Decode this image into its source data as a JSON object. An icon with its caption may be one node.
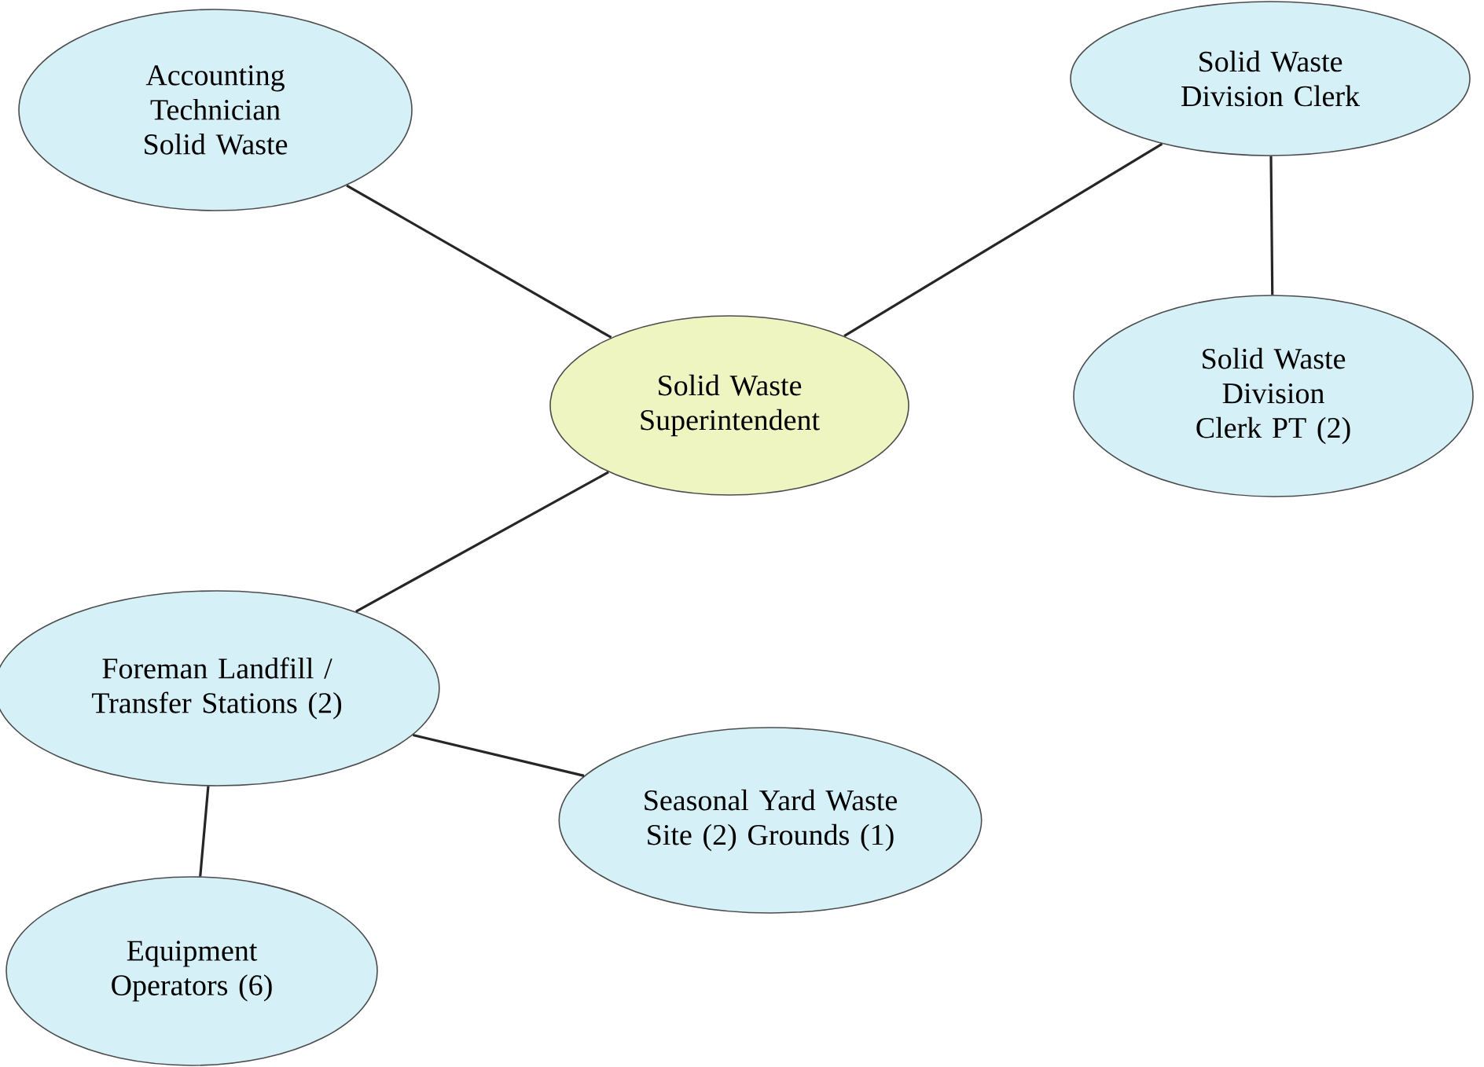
{
  "diagram": {
    "nodes": [
      {
        "text": [
          "Accounting Technician Solid Waste"
        ]
      },
      {
        "text": [
          "Solid Waste Division Clerk"
        ]
      },
      {
        "text": [
          "Solid Waste Superintendent"
        ]
      },
      {
        "text": [
          "Solid Waste Division Clerk PT (2)"
        ]
      },
      {
        "text": [
          "Foreman Landfill / Transfer Stations (2)"
        ]
      },
      {
        "text": [
          "Seasonal Yard Waste Site (2) Grounds (1)"
        ]
      },
      {
        "text": [
          "Equipment Operators (6)"
        ]
      }
    ],
    "edges": [
      {
        "from": 2,
        "to": 0,
        "arrow": "none"
      },
      {
        "from": 2,
        "to": 1,
        "arrow": "none"
      },
      {
        "from": 1,
        "to": 3,
        "arrow": "none"
      },
      {
        "from": 2,
        "to": 4,
        "arrow": "none"
      },
      {
        "from": 4,
        "to": 5,
        "arrow": "none"
      },
      {
        "from": 4,
        "to": 6,
        "arrow": "none"
      }
    ]
  }
}
